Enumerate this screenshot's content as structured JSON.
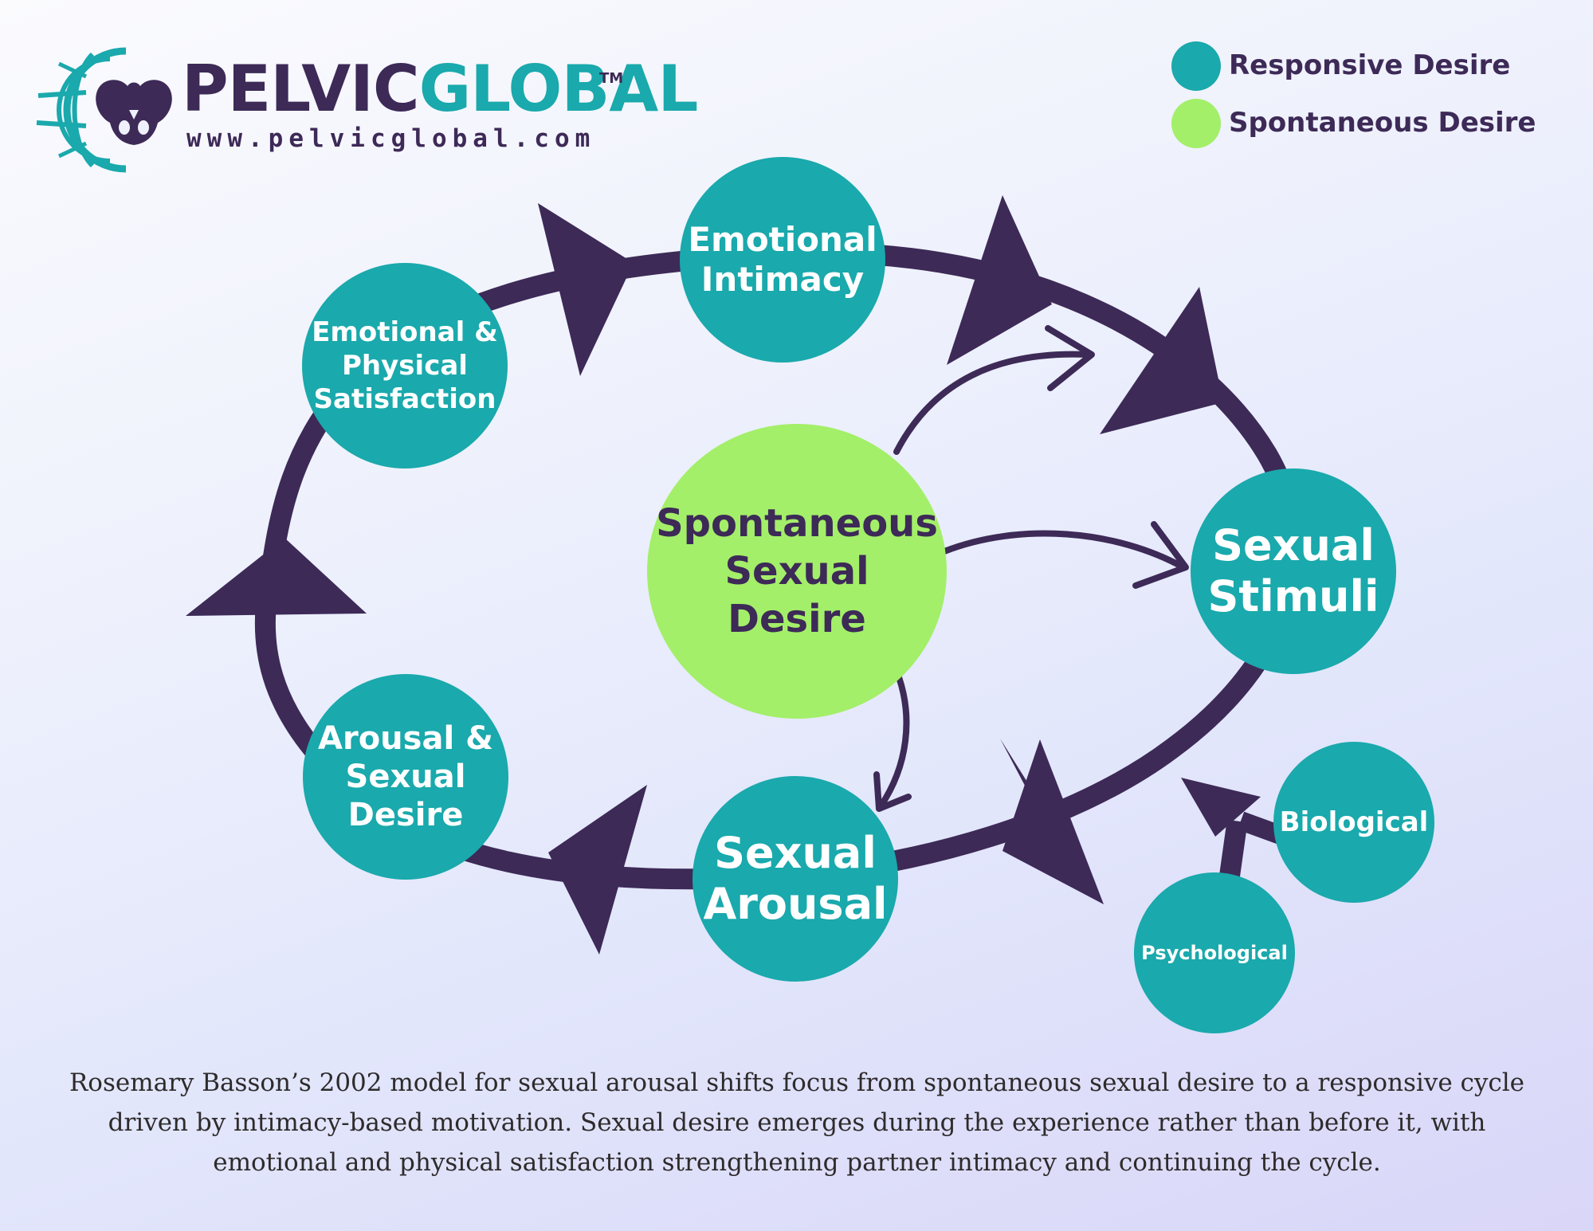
{
  "brand": {
    "name_part1": "PELVIC",
    "name_part2": "GLOBAL",
    "trademark": "TM",
    "url": "www.pelvicglobal.com"
  },
  "legend": [
    {
      "label": "Responsive Desire",
      "color": "#1aa9ac"
    },
    {
      "label": "Spontaneous Desire",
      "color": "#a3ef69"
    }
  ],
  "nodes": {
    "emotional_intimacy": "Emotional\nIntimacy",
    "emotional_physical_satisfaction": "Emotional &\nPhysical\nSatisfaction",
    "spontaneous_sexual_desire": "Spontaneous\nSexual\nDesire",
    "sexual_stimuli": "Sexual\nStimuli",
    "arousal_sexual_desire": "Arousal &\nSexual\nDesire",
    "sexual_arousal": "Sexual\nArousal",
    "biological": "Biological",
    "psychological": "Psychological"
  },
  "colors": {
    "ring": "#3d2a57",
    "teal": "#1aa9ac",
    "lime": "#a3ef69"
  },
  "caption": "Rosemary Basson’s 2002 model for sexual arousal shifts focus from spontaneous sexual desire to a responsive cycle driven by intimacy-based motivation. Sexual desire emerges during the experience rather than before it, with emotional and physical satisfaction strengthening partner intimacy and continuing the cycle."
}
